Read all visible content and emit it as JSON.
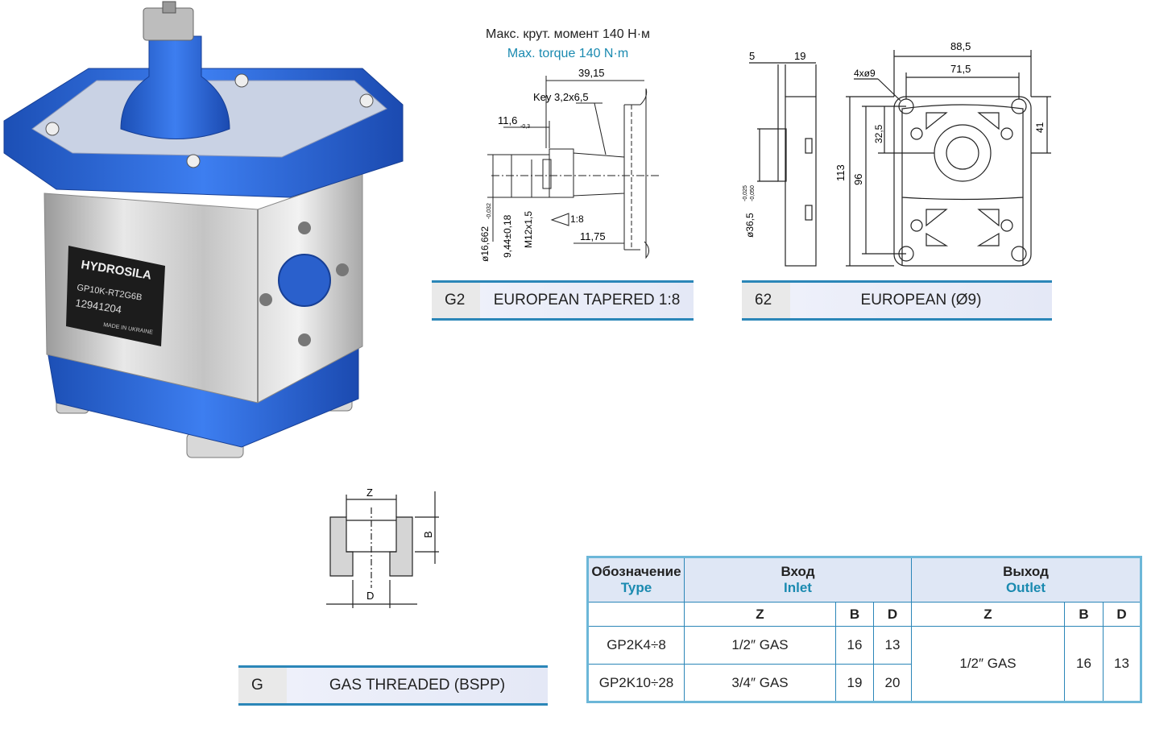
{
  "photo": {
    "brand": "HYDROSILA",
    "model": "GP10K-RT2G6B",
    "serial": "12941204",
    "origin": "MADE IN UKRAINE"
  },
  "shaft": {
    "title_ru": "Макс. крут. момент 140 Н·м",
    "title_en": "Max. torque 140 N·m",
    "dims": {
      "d1": "39,15",
      "key": "Key 3,2x6,5",
      "d2": "11,6",
      "d2_tol": "-0,3",
      "d3": "ø16,662",
      "d3_tol": "-0,032",
      "d4": "9,44±0,18",
      "d5": "M12x1,5",
      "taper": "1:8",
      "d6": "11,75"
    },
    "band_code": "G2",
    "band_label": "EUROPEAN TAPERED 1:8"
  },
  "flange": {
    "dims": {
      "a": "5",
      "b": "19",
      "c": "88,5",
      "d": "71,5",
      "holes": "4xø9",
      "e": "32,5",
      "f": "41",
      "g": "113",
      "h": "96",
      "pilot": "ø36,5",
      "pilot_tol_top": "-0,025",
      "pilot_tol_bot": "-0,050"
    },
    "band_code": "62",
    "band_label": "EUROPEAN (Ø9)"
  },
  "port": {
    "dims": {
      "z": "Z",
      "b": "B",
      "d": "D"
    },
    "band_code": "G",
    "band_label": "GAS THREADED (BSPP)"
  },
  "table": {
    "type_ru": "Обозначение",
    "type_en": "Type",
    "inlet_ru": "Вход",
    "inlet_en": "Inlet",
    "outlet_ru": "Выход",
    "outlet_en": "Outlet",
    "col_z": "Z",
    "col_b": "B",
    "col_d": "D",
    "rows": [
      {
        "type": "GP2K4÷8",
        "in_z": "1/2″ GAS",
        "in_b": "16",
        "in_d": "13"
      },
      {
        "type": "GP2K10÷28",
        "in_z": "3/4″ GAS",
        "in_b": "19",
        "in_d": "20"
      }
    ],
    "out_z": "1/2″ GAS",
    "out_b": "16",
    "out_d": "13"
  }
}
